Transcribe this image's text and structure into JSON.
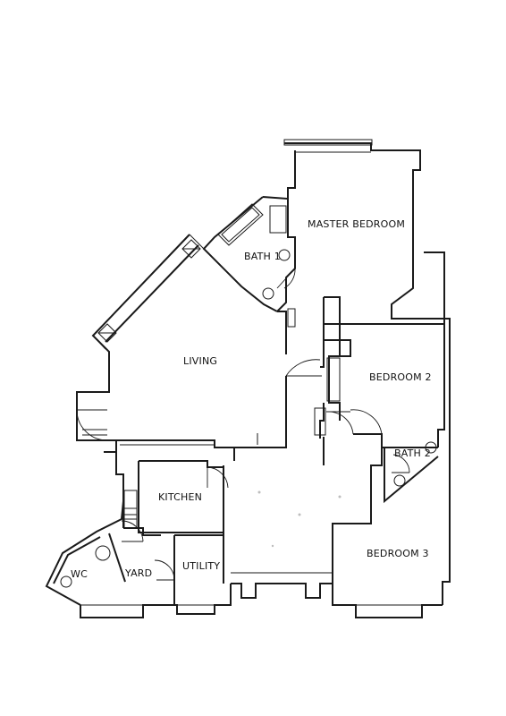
{
  "floor_plan": {
    "rooms": {
      "master_bedroom": "MASTER BEDROOM",
      "bath_1": "BATH 1",
      "living": "LIVING",
      "bedroom_2": "BEDROOM 2",
      "bath_2": "BATH 2",
      "kitchen": "KITCHEN",
      "bedroom_3": "BEDROOM 3",
      "wc": "WC",
      "yard": "YARD",
      "utility": "UTILITY"
    }
  }
}
